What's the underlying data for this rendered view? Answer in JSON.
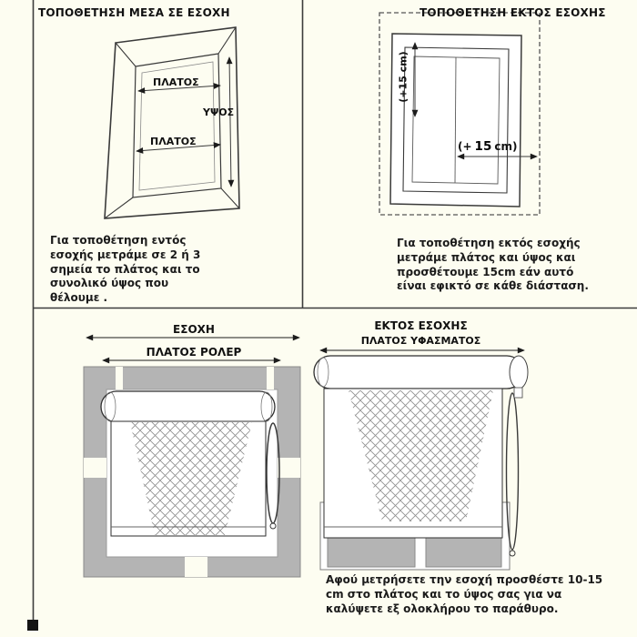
{
  "colors": {
    "background": "#fdfdf1",
    "frame_gray": "#b4b4b4",
    "line_dark": "#3a3a3a"
  },
  "top_left": {
    "title": "ΤΟΠΟΘΕΤΗΣΗ ΜΕΣΑ ΣΕ ΕΣΟΧΗ",
    "label_width_top": "ΠΛΑΤΟΣ",
    "label_height": "ΥΨΟΣ",
    "label_width_bottom": "ΠΛΑΤΟΣ",
    "description": "Για τοποθέτηση εντός εσοχής μετράμε σε 2 ή 3 σημεία το πλάτος και το συνολικό ύψος που θέλουμε ."
  },
  "top_right": {
    "title": "ΤΟΠΟΘΕΤΗΣΗ ΕΚΤΟΣ ΕΣΟΧΗΣ",
    "label_height_plus": "(+15 cm)",
    "label_width_plus_prefix": "(+",
    "label_width_plus_value": "15",
    "label_width_plus_suffix": "cm)",
    "description": "Για τοποθέτηση εκτός εσοχής μετράμε πλάτος και ύψος και προσθέτουμε 15cm εάν αυτό είναι εφικτό σε κάθε διάσταση."
  },
  "bottom_left": {
    "label_recess": "ΕΣΟΧΗ",
    "label_roller_width": "ΠΛΑΤΟΣ ΡΟΛΕΡ"
  },
  "bottom_right": {
    "title": "ΕΚΤΟΣ ΕΣΟΧΗΣ",
    "label_fabric_width": "ΠΛΑΤΟΣ ΥΦΑΣΜΑΤΟΣ",
    "description": "Αφού μετρήσετε την εσοχή προσθέστε 10-15 cm στο πλάτος και το ύψος σας για να καλύψετε εξ ολοκλήρου το παράθυρο."
  }
}
